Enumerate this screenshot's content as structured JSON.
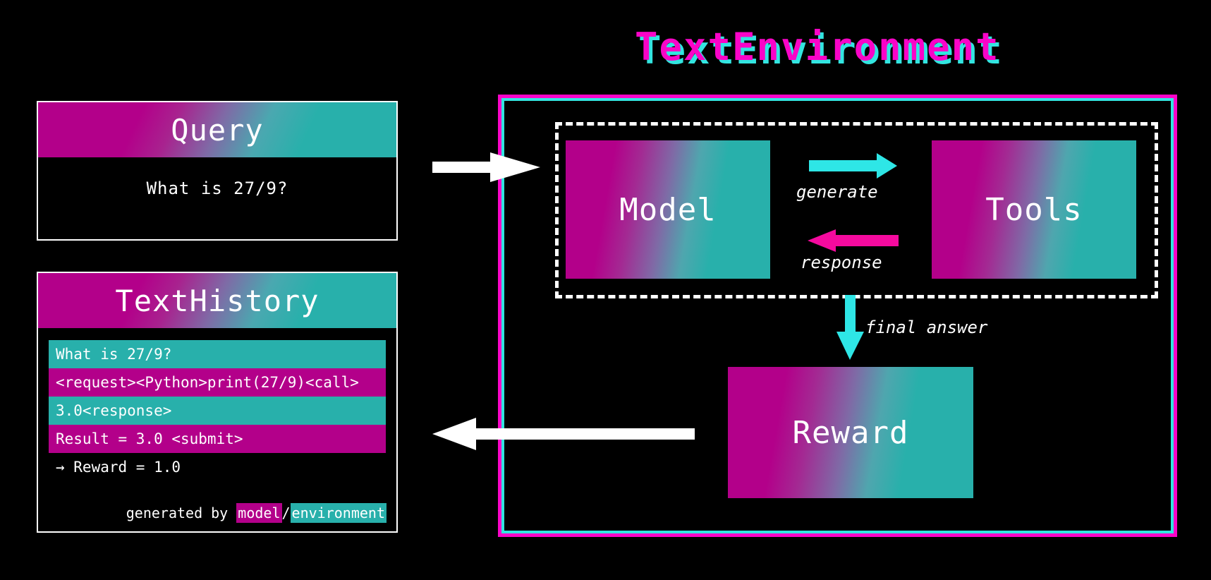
{
  "title": "TextEnvironment",
  "colors": {
    "magenta": "#b3008a",
    "teal": "#28b0ab",
    "bright_magenta": "#f904c8",
    "cyan": "#32e5e0",
    "white": "#ffffff",
    "background": "#000000"
  },
  "query": {
    "header": "Query",
    "text": "What is 27/9?"
  },
  "text_history": {
    "header": "TextHistory",
    "rows": [
      {
        "text": "What is 27/9?",
        "source": "environment"
      },
      {
        "text": "<request><Python>print(27/9)<call>",
        "source": "model"
      },
      {
        "text": "3.0<response>",
        "source": "environment"
      },
      {
        "text": "Result = 3.0 <submit>",
        "source": "model"
      },
      {
        "text": "→ Reward = 1.0",
        "source": "plain"
      }
    ],
    "legend": {
      "prefix": "generated by ",
      "model": "model",
      "separator": "/",
      "environment": "environment"
    }
  },
  "environment": {
    "model_box": "Model",
    "tools_box": "Tools",
    "reward_box": "Reward",
    "arrows": {
      "generate": "generate",
      "response": "response",
      "final_answer": "final answer"
    }
  }
}
